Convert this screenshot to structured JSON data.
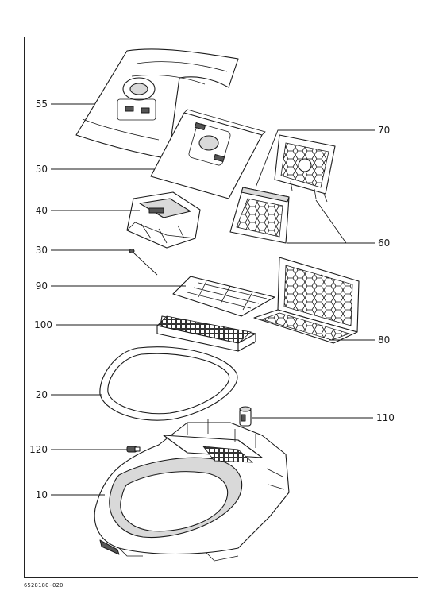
{
  "labels": {
    "l55": "55",
    "l50": "50",
    "l40": "40",
    "l30": "30",
    "l90": "90",
    "l100": "100",
    "l20": "20",
    "l120": "120",
    "l10": "10",
    "l70": "70",
    "l60": "60",
    "l80": "80",
    "l110": "110"
  },
  "doc_number": "6528180-020",
  "colors": {
    "line": "#1a1a1a",
    "shade": "#d9d9d9",
    "dark": "#555555"
  }
}
